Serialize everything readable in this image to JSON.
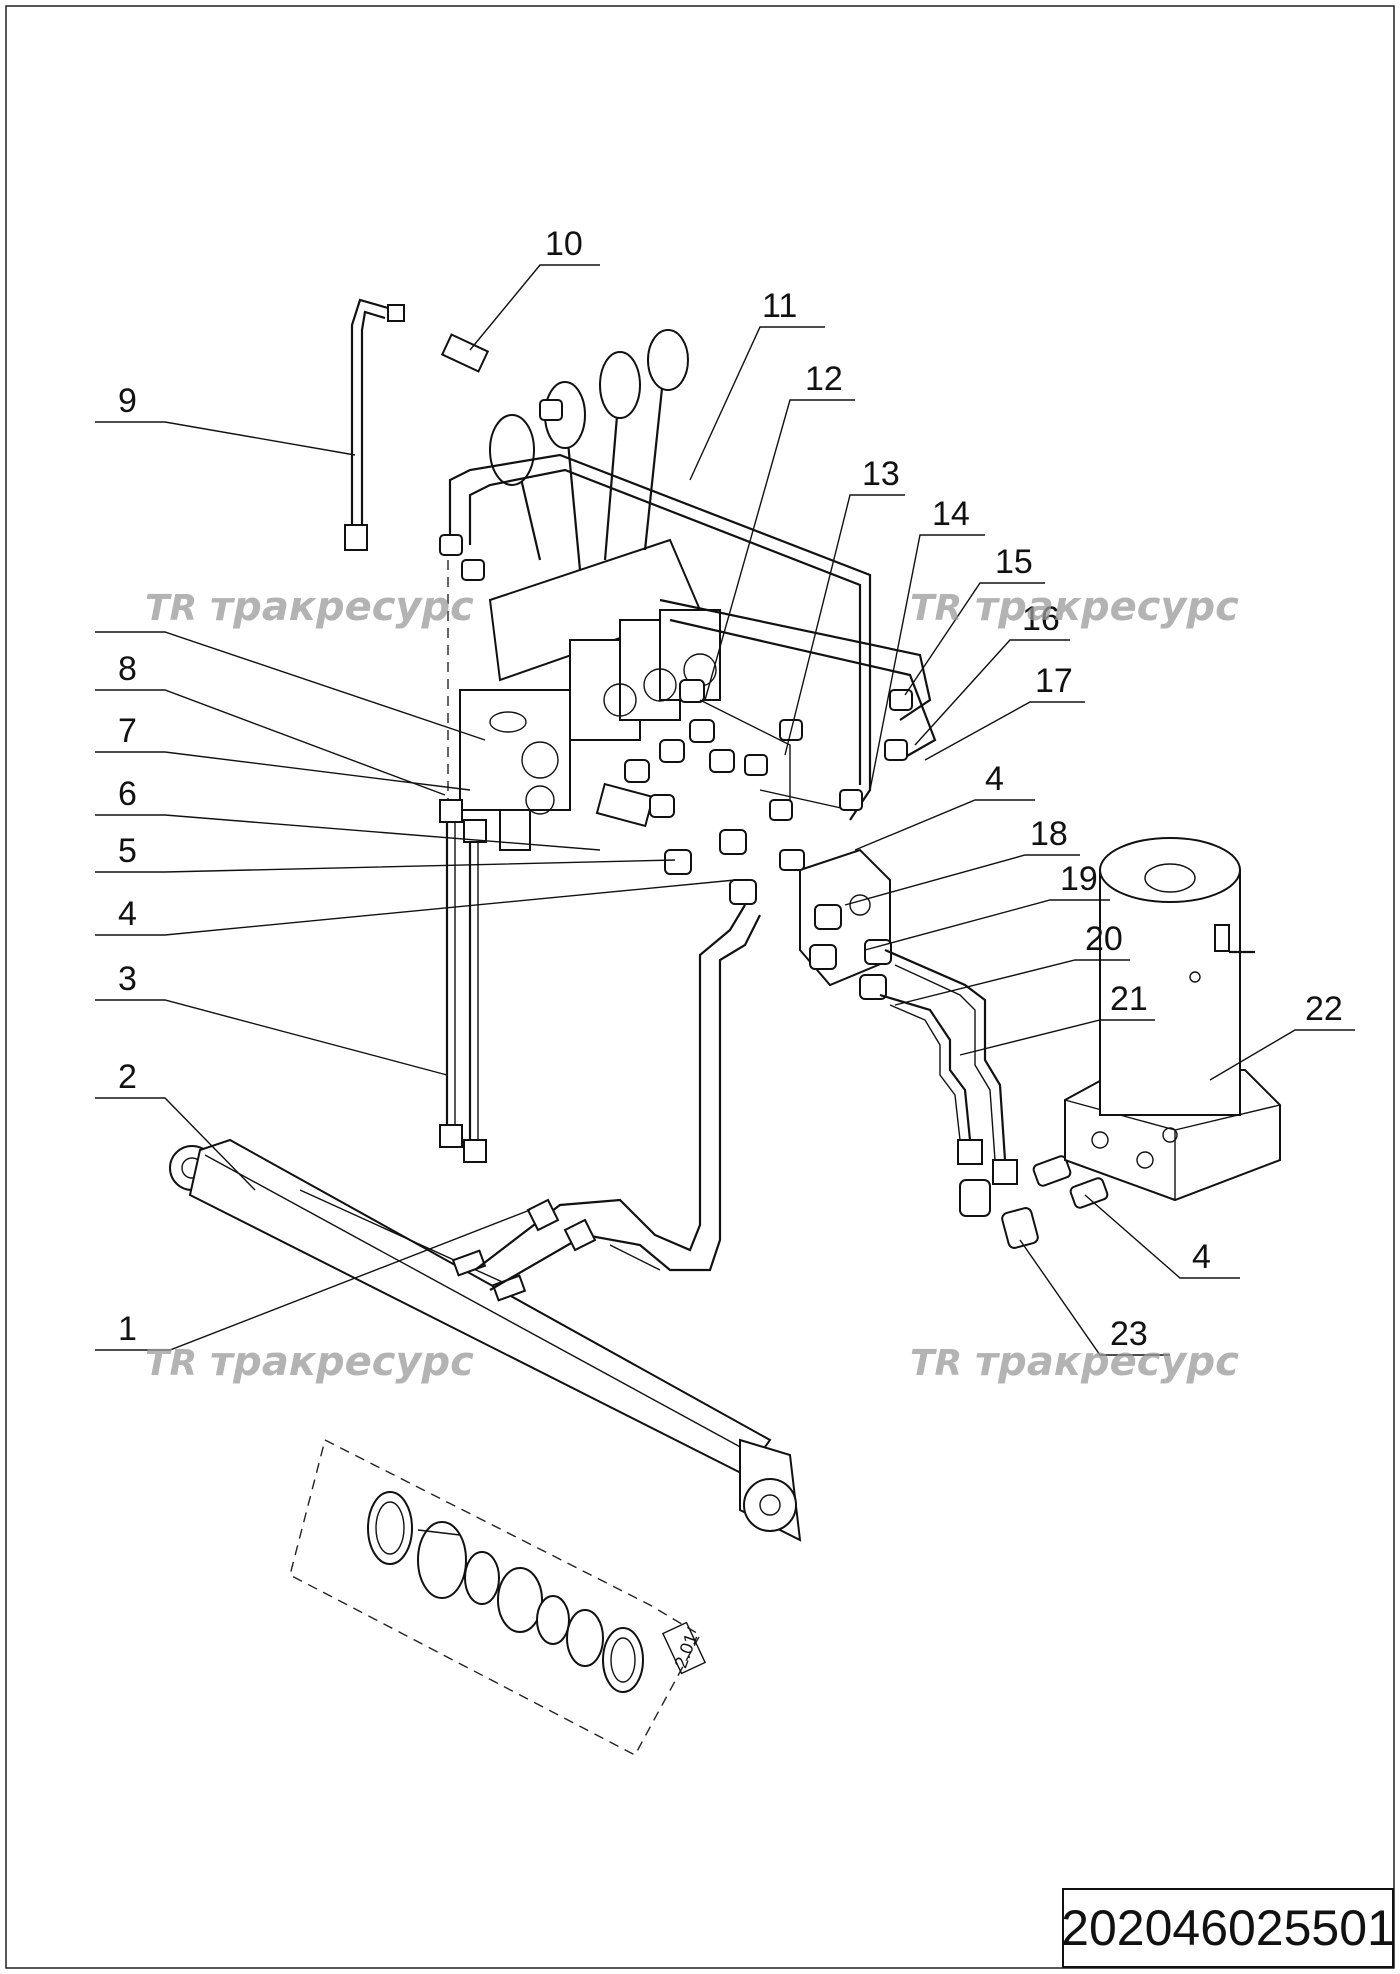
{
  "callouts": [
    "1",
    "2",
    "3",
    "4",
    "5",
    "6",
    "7",
    "8",
    "9",
    "10",
    "11",
    "12",
    "13",
    "14",
    "15",
    "16",
    "17",
    "18",
    "19",
    "20",
    "21",
    "22",
    "23"
  ],
  "extra_callouts": {
    "c4b": "4",
    "c4c": "4"
  },
  "inset_label": "2.01",
  "watermark": {
    "logo": "TR",
    "text": "тракресурс"
  },
  "drawing_code": "202046025501",
  "colors": {
    "line": "#111111",
    "watermark": "#9a9a9a",
    "background": "#ffffff"
  }
}
